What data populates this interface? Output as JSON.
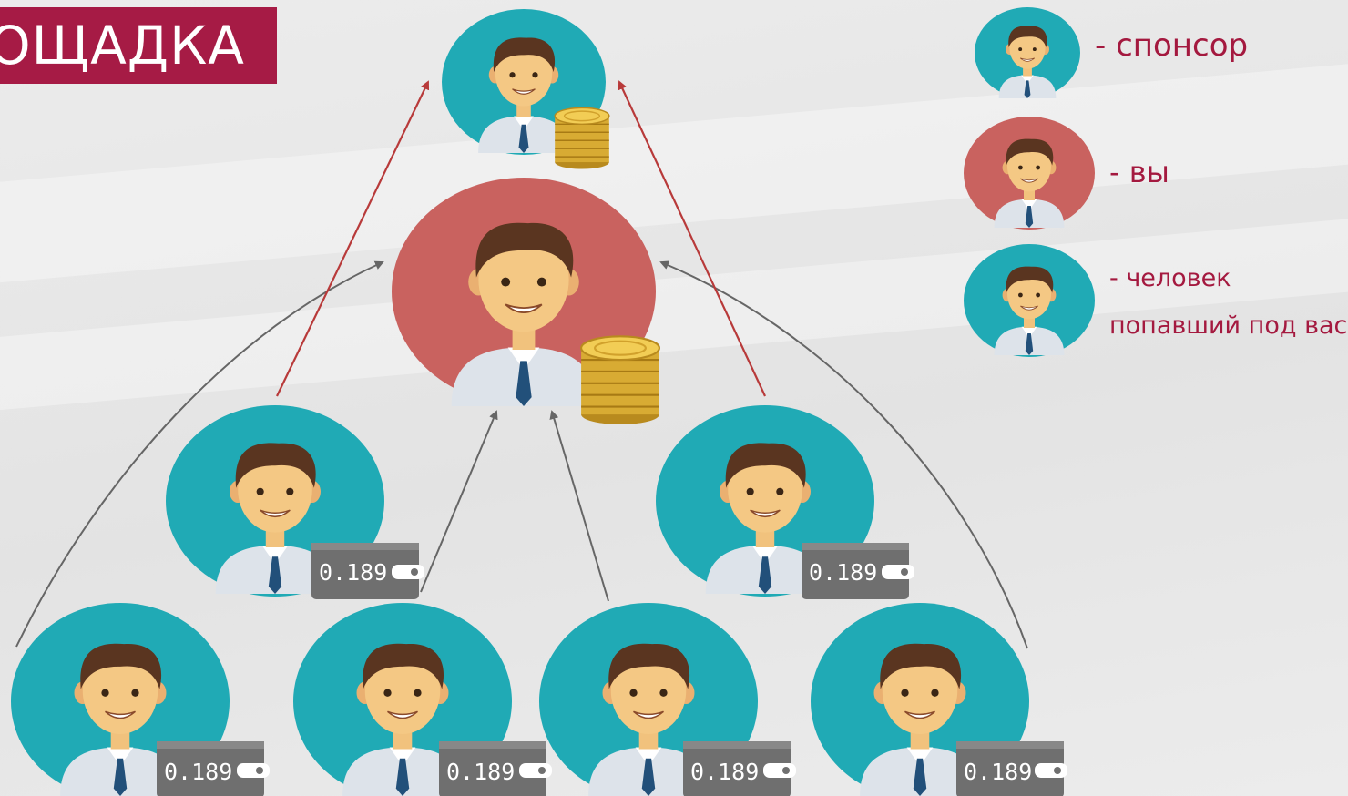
{
  "banner": {
    "title": "ОЩАДКА"
  },
  "legend": {
    "sponsor": "- спонсор",
    "you": "- вы",
    "referral_line1": "- человек",
    "referral_line2": "попавший под вас"
  },
  "wallet": {
    "amount": "0.189"
  },
  "colors": {
    "banner": "#a61b45",
    "teal": "#20aab5",
    "red": "#c9625f",
    "arrow_red": "#b83a3a",
    "arrow_gray": "#666666",
    "coin": "#e1b53a",
    "wallet": "#6f6f6f"
  },
  "icons": [
    "person-avatar-icon",
    "coin-stack-icon",
    "wallet-icon",
    "arrow-icon"
  ]
}
